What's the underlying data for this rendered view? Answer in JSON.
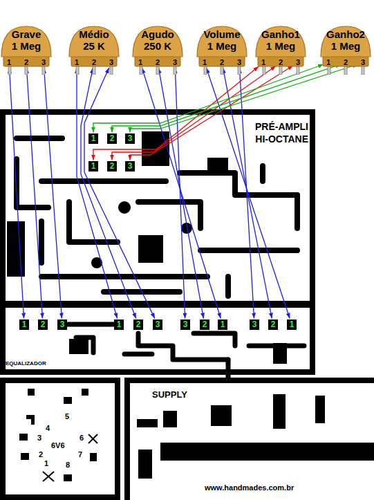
{
  "diagram": {
    "nodes": [
      {
        "text": [
          "Grave",
          "1 Meg"
        ]
      },
      {
        "text": [
          "1"
        ],
        "in": 0
      },
      {
        "text": [
          "2"
        ],
        "in": 0
      },
      {
        "text": [
          "3"
        ],
        "in": 0
      },
      {
        "text": [
          "Médio",
          "25 K"
        ]
      },
      {
        "text": [
          "1"
        ],
        "in": 4
      },
      {
        "text": [
          "2"
        ],
        "in": 4
      },
      {
        "text": [
          "3"
        ],
        "in": 4
      },
      {
        "text": [
          "Agudo",
          "250 K"
        ]
      },
      {
        "text": [
          "1"
        ],
        "in": 8
      },
      {
        "text": [
          "2"
        ],
        "in": 8
      },
      {
        "text": [
          "3"
        ],
        "in": 8
      },
      {
        "text": [
          "Volume",
          "1 Meg"
        ]
      },
      {
        "text": [
          "1"
        ],
        "in": 12
      },
      {
        "text": [
          "2"
        ],
        "in": 12
      },
      {
        "text": [
          "3"
        ],
        "in": 12
      },
      {
        "text": [
          "Ganho1",
          "1 Meg"
        ]
      },
      {
        "text": [
          "1"
        ],
        "in": 16
      },
      {
        "text": [
          "2"
        ],
        "in": 16
      },
      {
        "text": [
          "3"
        ],
        "in": 16
      },
      {
        "text": [
          "Ganho2",
          "1 Meg"
        ]
      },
      {
        "text": [
          "1"
        ],
        "in": 20
      },
      {
        "text": [
          "2"
        ],
        "in": 20
      },
      {
        "text": [
          "3"
        ],
        "in": 20
      },
      {
        "text": [
          "1"
        ]
      },
      {
        "text": [
          "2"
        ]
      },
      {
        "text": [
          "3"
        ]
      },
      {
        "text": [
          "1"
        ]
      },
      {
        "text": [
          "2"
        ]
      },
      {
        "text": [
          "3"
        ]
      },
      {
        "text": [
          "1"
        ]
      },
      {
        "text": [
          "2"
        ]
      },
      {
        "text": [
          "3"
        ]
      },
      {
        "text": [
          "1"
        ]
      },
      {
        "text": [
          "2"
        ]
      },
      {
        "text": [
          "3"
        ]
      },
      {
        "text": [
          "3"
        ]
      },
      {
        "text": [
          "2"
        ]
      },
      {
        "text": [
          "1"
        ]
      },
      {
        "text": [
          "3"
        ]
      },
      {
        "text": [
          "2"
        ]
      },
      {
        "text": [
          "1"
        ]
      }
    ],
    "edges": [
      {
        "from": 1,
        "to": 30,
        "arrow": "both"
      },
      {
        "from": 2,
        "to": 31,
        "arrow": "both"
      },
      {
        "from": 3,
        "to": 32,
        "arrow": "both"
      },
      {
        "from": 5,
        "to": 33,
        "arrow": "both"
      },
      {
        "from": 6,
        "to": 34,
        "arrow": "both"
      },
      {
        "from": 7,
        "to": 35,
        "arrow": "both"
      },
      {
        "from": 9,
        "to": 38,
        "arrow": "both"
      },
      {
        "from": 10,
        "to": 37,
        "arrow": "both"
      },
      {
        "from": 11,
        "to": 36,
        "arrow": "both"
      },
      {
        "from": 13,
        "to": 41,
        "arrow": "both"
      },
      {
        "from": 14,
        "to": 40,
        "arrow": "both"
      },
      {
        "from": 15,
        "to": 39,
        "arrow": "both"
      },
      {
        "from": 17,
        "to": 27,
        "arrow": "both"
      },
      {
        "from": 18,
        "to": 28,
        "arrow": "both"
      },
      {
        "from": 19,
        "to": 29,
        "arrow": "both"
      },
      {
        "from": 21,
        "to": 24,
        "arrow": "both"
      },
      {
        "from": 22,
        "to": 25,
        "arrow": "both"
      },
      {
        "from": 23,
        "to": 26,
        "arrow": "both"
      }
    ],
    "labels": [
      "PRÉ-AMPLI HI-OCTANE",
      "EQUALIZADOR",
      "SUPPLY",
      "5",
      "4",
      "3",
      "6",
      "6V6",
      "2",
      "7",
      "1",
      "8",
      "www.handmades.com.br"
    ]
  }
}
